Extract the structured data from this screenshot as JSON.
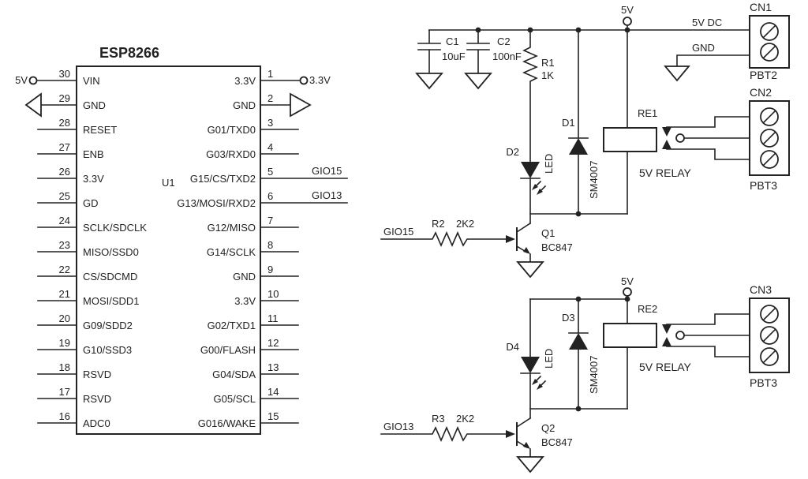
{
  "ic": {
    "title": "ESP8266",
    "ref": "U1",
    "vin_net": "5V",
    "out_net": "3.3V",
    "gio15_net": "GIO15",
    "gio13_net": "GIO13",
    "left_pins": [
      {
        "num": "30",
        "name": "VIN"
      },
      {
        "num": "29",
        "name": "GND"
      },
      {
        "num": "28",
        "name": "RESET"
      },
      {
        "num": "27",
        "name": "ENB"
      },
      {
        "num": "26",
        "name": "3.3V"
      },
      {
        "num": "25",
        "name": "GD"
      },
      {
        "num": "24",
        "name": "SCLK/SDCLK"
      },
      {
        "num": "23",
        "name": "MISO/SSD0"
      },
      {
        "num": "22",
        "name": "CS/SDCMD"
      },
      {
        "num": "21",
        "name": "MOSI/SDD1"
      },
      {
        "num": "20",
        "name": "G09/SDD2"
      },
      {
        "num": "19",
        "name": "G10/SSD3"
      },
      {
        "num": "18",
        "name": "RSVD"
      },
      {
        "num": "17",
        "name": "RSVD"
      },
      {
        "num": "16",
        "name": "ADC0"
      }
    ],
    "right_pins": [
      {
        "num": "1",
        "name": "3.3V"
      },
      {
        "num": "2",
        "name": "GND"
      },
      {
        "num": "3",
        "name": "G01/TXD0"
      },
      {
        "num": "4",
        "name": "G03/RXD0"
      },
      {
        "num": "5",
        "name": "G15/CS/TXD2"
      },
      {
        "num": "6",
        "name": "G13/MOSI/RXD2"
      },
      {
        "num": "7",
        "name": "G12/MISO"
      },
      {
        "num": "8",
        "name": "G14/SCLK"
      },
      {
        "num": "9",
        "name": "GND"
      },
      {
        "num": "10",
        "name": "3.3V"
      },
      {
        "num": "11",
        "name": "G02/TXD1"
      },
      {
        "num": "12",
        "name": "G00/FLASH"
      },
      {
        "num": "13",
        "name": "G04/SDA"
      },
      {
        "num": "14",
        "name": "G05/SCL"
      },
      {
        "num": "15",
        "name": "G016/WAKE"
      }
    ]
  },
  "power": {
    "rail": "5V",
    "c1": {
      "ref": "C1",
      "value": "10uF"
    },
    "c2": {
      "ref": "C2",
      "value": "100nF"
    },
    "r1": {
      "ref": "R1",
      "value": "1K"
    },
    "dc": "5V DC",
    "gnd": "GND",
    "cn1": {
      "ref": "CN1",
      "part": "PBT2"
    }
  },
  "ch1": {
    "input": "GIO15",
    "r": {
      "ref": "R2",
      "value": "2K2"
    },
    "led": {
      "ref": "D2",
      "label": "LED"
    },
    "flyback": {
      "ref": "D1",
      "value": "SM4007"
    },
    "relay": {
      "ref": "RE1",
      "label": "5V RELAY"
    },
    "q": {
      "ref": "Q1",
      "value": "BC847"
    },
    "cn": {
      "ref": "CN2",
      "part": "PBT3"
    }
  },
  "ch2": {
    "rail": "5V",
    "input": "GIO13",
    "r": {
      "ref": "R3",
      "value": "2K2"
    },
    "led": {
      "ref": "D4",
      "label": "LED"
    },
    "flyback": {
      "ref": "D3",
      "value": "SM4007"
    },
    "relay": {
      "ref": "RE2",
      "label": "5V RELAY"
    },
    "q": {
      "ref": "Q2",
      "value": "BC847"
    },
    "cn": {
      "ref": "CN3",
      "part": "PBT3"
    }
  }
}
